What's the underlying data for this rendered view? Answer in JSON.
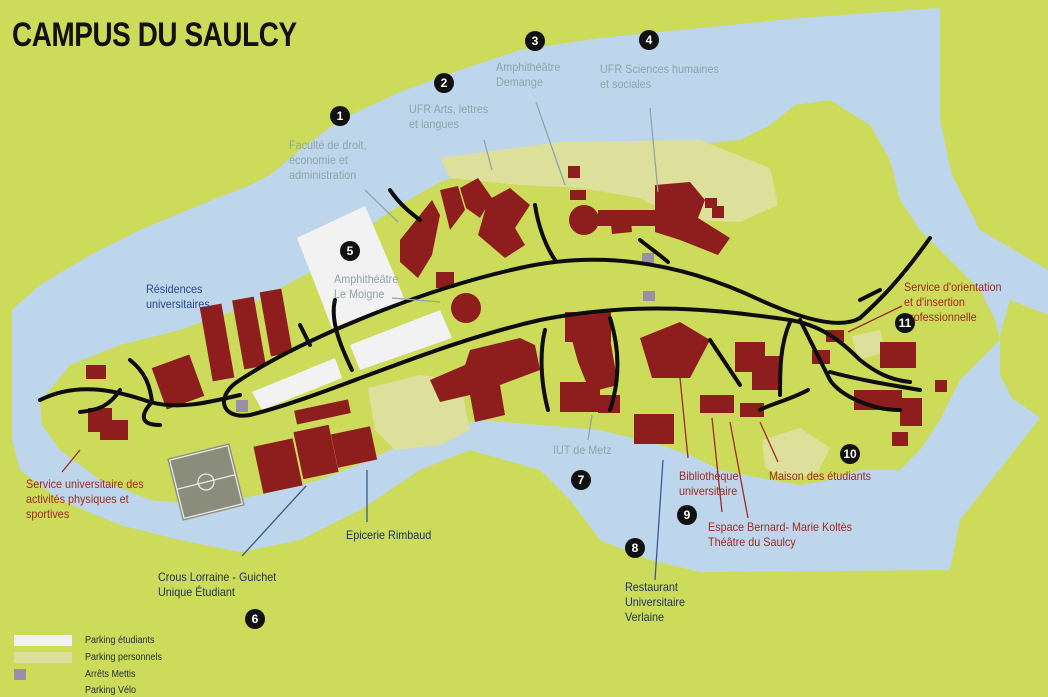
{
  "title": "CAMPUS DU SAULCY",
  "colors": {
    "land": "#cddb5a",
    "water": "#bdd6ec",
    "building": "#8e1d1d",
    "parking_etudiants": "#f2f2f2",
    "parking_personnels": "#dce09b",
    "arret_mettis": "#9b8fa8",
    "road": "#0d0d0d"
  },
  "labels": {
    "fac_droit": "Faculté de droit,\néconomie et\nadministration",
    "ufr_arts": "UFR Arts, lettres\net langues",
    "amphi_demange": "Amphithéâtre\nDemange",
    "ufr_sciences": "UFR Sciences humaines\net sociales",
    "amphi_moigne": "Amphithéâtre\nLe Moigne",
    "residences": "Résidences\nuniversitaires",
    "service_orientation": "Service d'orientation\net d'insertion professionnelle",
    "service_sport": "Service universitaire des\nactivités physiques et\nsportives",
    "iut": "IUT de Metz",
    "bibliotheque": "Bibliothèque\nuniversitaire",
    "maison_etudiants": "Maison des étudiants",
    "espace_koltes": "Espace Bernard- Marie Koltès\nThéâtre du Saulcy",
    "epicerie": "Epicerie Rimbaud",
    "crous": "Crous Lorraine - Guichet\nUnique Étudiant",
    "restaurant": "Restaurant\nUniversitaire\nVerlaine"
  },
  "markers": [
    "1",
    "2",
    "3",
    "4",
    "5",
    "6",
    "7",
    "8",
    "9",
    "10",
    "11"
  ],
  "legend": [
    {
      "label": "Parking étudiants",
      "color": "#f2f2f2"
    },
    {
      "label": "Parking personnels",
      "color": "#dce09b"
    },
    {
      "label": "Arrêts Mettis",
      "color": "#9b8fa8"
    },
    {
      "label": "Parking Vélo",
      "color": ""
    }
  ]
}
